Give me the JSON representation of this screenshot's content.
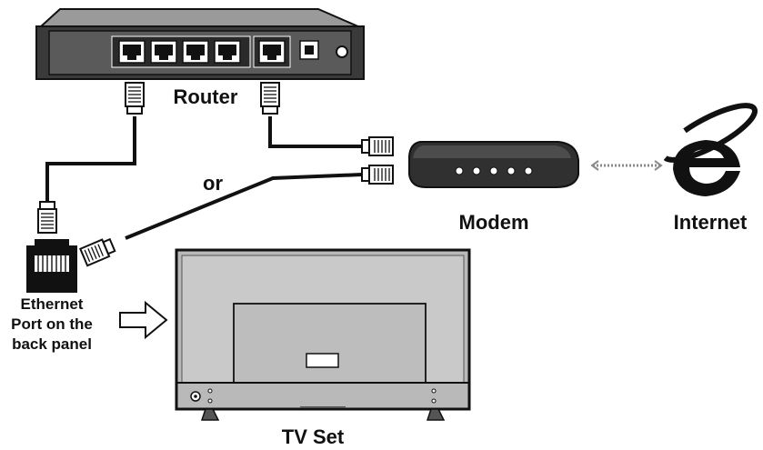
{
  "labels": {
    "router": "Router",
    "modem": "Modem",
    "internet": "Internet",
    "or": "or",
    "ethernet_port_line1": "Ethernet",
    "ethernet_port_line2": "Port on the",
    "ethernet_port_line3": "back panel",
    "tv_set": "TV Set"
  },
  "icons": {
    "internet": "internet-explorer-e-icon",
    "pointer": "hollow-arrow-right-icon"
  },
  "colors": {
    "ink": "#111111",
    "device_dark": "#2b2b2b",
    "device_mid": "#6e6e6e",
    "tv_frame": "#b9b9b9",
    "tv_panel": "#c9c9c9",
    "link_dotted": "#8a8a8a"
  },
  "router": {
    "lan_port_count": 4,
    "wan_port_count": 1
  },
  "modem": {
    "indicator_count": 5
  }
}
